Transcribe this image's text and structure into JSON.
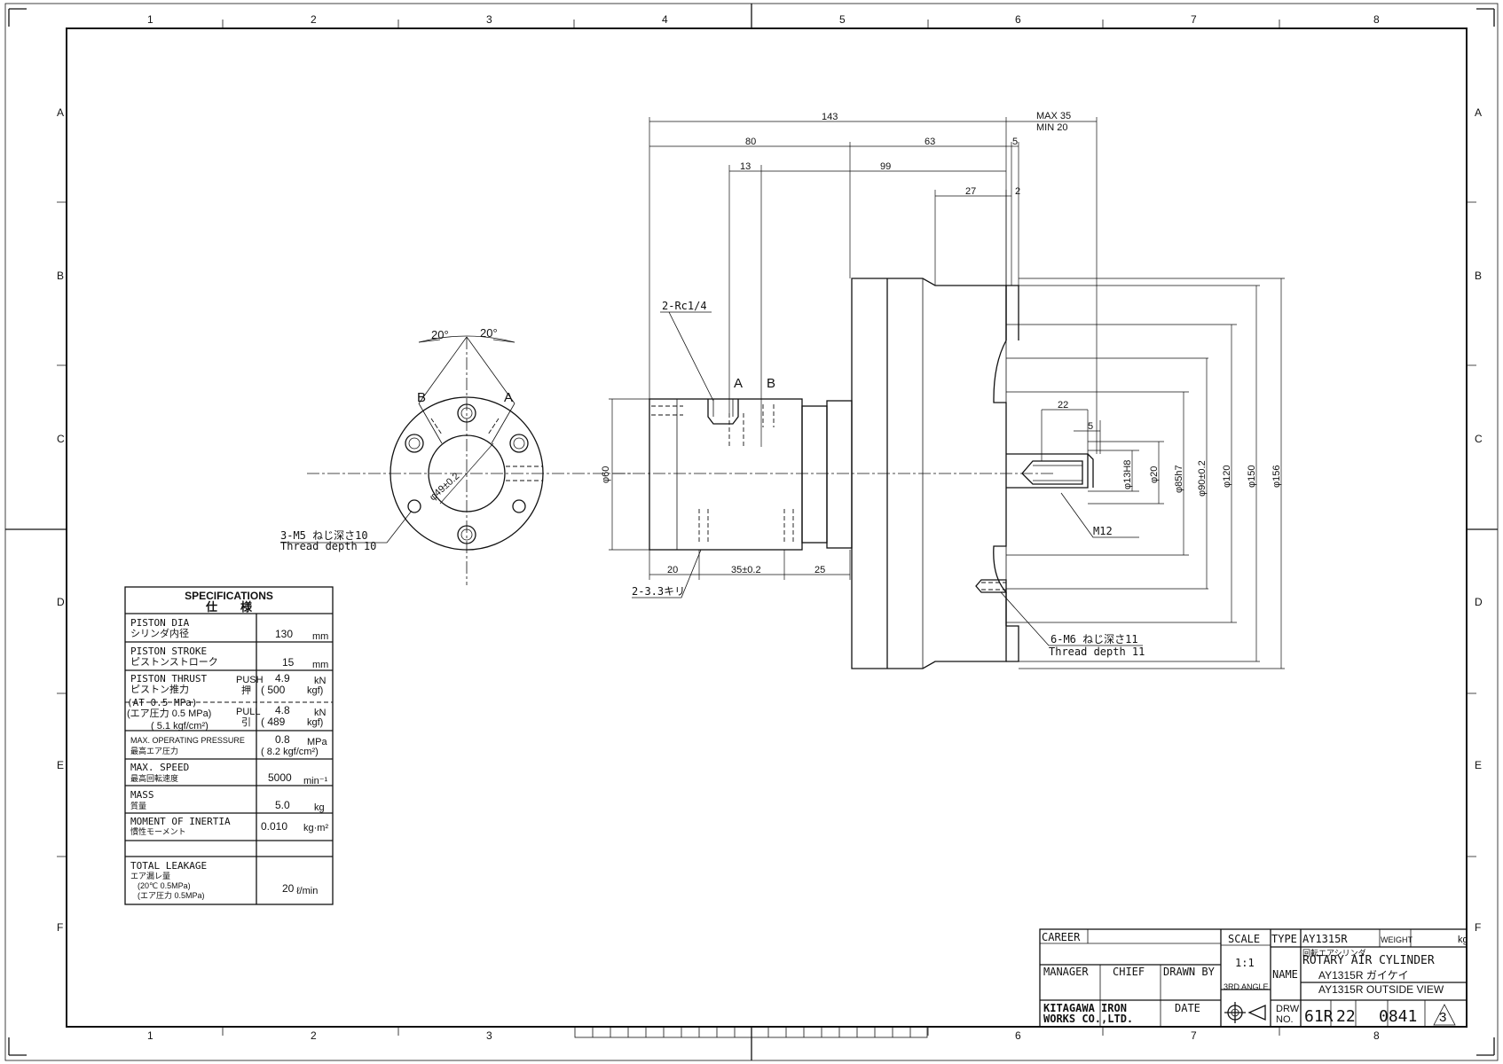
{
  "border": {
    "col_markers": [
      "1",
      "2",
      "3",
      "4",
      "5",
      "6",
      "7",
      "8"
    ],
    "row_markers": [
      "A",
      "B",
      "C",
      "D",
      "E",
      "F"
    ]
  },
  "side_view": {
    "angle_left": "20°",
    "angle_right": "20°",
    "label_b": "B",
    "label_a": "A",
    "bore_dim": "φ49±0.2",
    "thread_note": "3-M5 ねじ深さ10",
    "thread_note_en": "Thread depth 10"
  },
  "front_view": {
    "dims": {
      "overall": "143",
      "max_min_1": "MAX 35",
      "max_min_2": "MIN 20",
      "d80": "80",
      "d63": "63",
      "d5": "5",
      "d13": "13",
      "d99": "99",
      "d27": "27",
      "d2": "2",
      "d22": "22",
      "d5b": "5",
      "d20": "20",
      "d35": "35±0.2",
      "d25": "25",
      "dia60": "φ60",
      "dia13": "φ13H8",
      "dia20": "φ20",
      "dia85": "φ85h7",
      "dia90": "φ90±0.2",
      "dia120": "φ120",
      "dia150": "φ150",
      "dia156": "φ156"
    },
    "port_label": "2-Rc1/4",
    "port_a": "A",
    "port_b": "B",
    "drill_note": "2-3.3キリ",
    "thread_label": "M12",
    "m6_note": "6-M6 ねじ深さ11",
    "m6_note_en": "Thread depth 11"
  },
  "specs": {
    "title": "SPECIFICATIONS",
    "title_jp": "仕　　様",
    "rows": [
      {
        "en": "PISTON DIA",
        "jp": "シリンダ内径",
        "value": "130",
        "unit": "mm"
      },
      {
        "en": "PISTON STROKE",
        "jp": "ピストンストローク",
        "value": "15",
        "unit": "mm"
      }
    ],
    "thrust": {
      "en": "PISTON THRUST",
      "jp": "ピストン推力",
      "push": "PUSH",
      "push_jp": "押",
      "pull": "PULL",
      "pull_jp": "引",
      "at_1": "(AT     0.5   MPa)",
      "at_2": "(エア圧力 0.5   MPa)",
      "at_3": "( 5.1  kgf/cm²)",
      "push_val": "4.9",
      "push_unit": "kN",
      "push_kgf": "( 500",
      "push_kgf_unit": "kgf)",
      "pull_val": "4.8",
      "pull_unit": "kN",
      "pull_kgf": "( 489",
      "pull_kgf_unit": "kgf)"
    },
    "rows2": [
      {
        "en": "MAX. OPERATING PRESSURE",
        "jp": "最高エア圧力",
        "value": "0.8",
        "unit": "MPa",
        "sub": "( 8.2 kgf/cm²)"
      },
      {
        "en": "MAX. SPEED",
        "jp": "最高回転速度",
        "value": "5000",
        "unit": "min⁻¹",
        "sub": ""
      },
      {
        "en": "MASS",
        "jp": "質量",
        "value": "5.0",
        "unit": "kg",
        "sub": ""
      },
      {
        "en": "MOMENT OF INERTIA",
        "jp": "慣性モーメント",
        "value": "0.010",
        "unit": "kg·m²",
        "sub": ""
      }
    ],
    "leak": {
      "en": "TOTAL LEAKAGE",
      "jp": "エア漏レ量",
      "l1": "(20℃  0.5MPa)",
      "l2": "(エア圧力  0.5MPa)",
      "value": "20",
      "unit": "ℓ/min"
    }
  },
  "title_block": {
    "career": "CAREER",
    "scale_label": "SCALE",
    "scale": "1:1",
    "type_label": "TYPE",
    "type": "AY1315R",
    "weight_label": "WEIGHT",
    "weight_unit": "kg",
    "name_jp": "回転エアシリンダ",
    "name_en": "ROTARY AIR CYLINDER",
    "name_label": "NAME",
    "name_line1": "AY1315R ガイケイ",
    "name_line2": "AY1315R OUTSIDE VIEW",
    "manager": "MANAGER",
    "chief": "CHIEF",
    "drawn_by": "DRAWN BY",
    "projection": "3RD ANGLE",
    "company1": "KITAGAWA IRON",
    "company2": "WORKS CO.,LTD.",
    "date": "DATE",
    "drw_label1": "DRW",
    "drw_label2": "NO.",
    "drw_1": "61R",
    "drw_2": "22",
    "drw_3": "0841",
    "rev": "3"
  }
}
